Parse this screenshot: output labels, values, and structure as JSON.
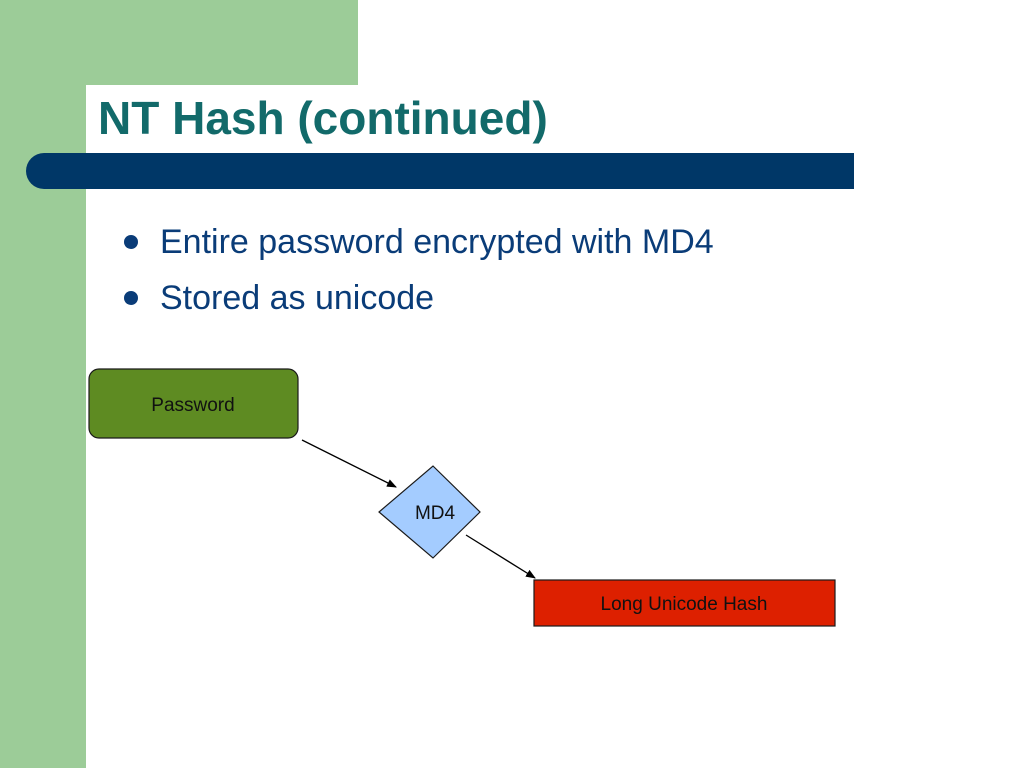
{
  "slide": {
    "title": "NT Hash (continued)",
    "bullets": [
      "Entire password encrypted with MD4",
      "Stored as unicode"
    ]
  },
  "diagram": {
    "nodes": {
      "password": {
        "label": "Password",
        "shape": "rounded-rectangle",
        "fill": "#5e8b22"
      },
      "md4": {
        "label": "MD4",
        "shape": "diamond",
        "fill": "#a4ccff"
      },
      "hash": {
        "label": "Long Unicode Hash",
        "shape": "rectangle",
        "fill": "#dd2000"
      }
    },
    "edges": [
      {
        "from": "password",
        "to": "md4"
      },
      {
        "from": "md4",
        "to": "hash"
      }
    ]
  },
  "colors": {
    "accent_green": "#9ccc98",
    "title_teal": "#126a6a",
    "bar_navy": "#003767",
    "text_blue": "#0a3c78"
  }
}
